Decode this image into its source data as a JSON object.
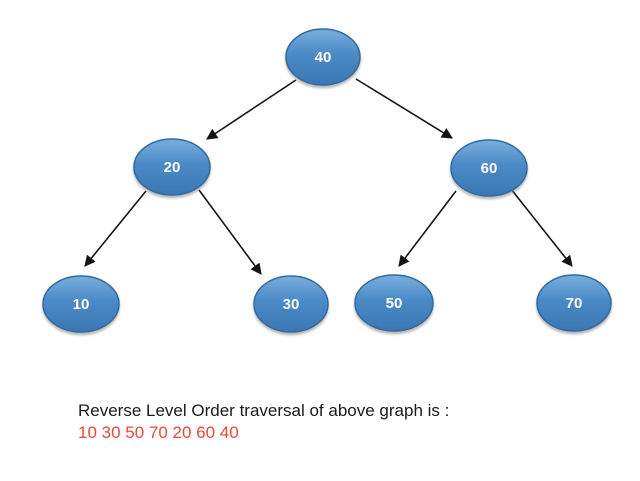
{
  "page": {
    "background_color": "#ffffff",
    "kind": "binary-tree-diagram"
  },
  "tree": {
    "node_fill_top": "#79aede",
    "node_fill_mid": "#4a8ac6",
    "node_fill_bottom": "#3a77b2",
    "node_border_color": "#336a9f",
    "node_text_color": "#ffffff",
    "edge_color": "#151515",
    "nodes": [
      {
        "value": "40",
        "role": "root"
      },
      {
        "value": "20",
        "role": "left-child-of-40"
      },
      {
        "value": "60",
        "role": "right-child-of-40"
      },
      {
        "value": "10",
        "role": "left-child-of-20"
      },
      {
        "value": "30",
        "role": "right-child-of-20"
      },
      {
        "value": "50",
        "role": "left-child-of-60"
      },
      {
        "value": "70",
        "role": "right-child-of-60"
      }
    ],
    "edges": [
      [
        "40",
        "20"
      ],
      [
        "40",
        "60"
      ],
      [
        "20",
        "10"
      ],
      [
        "20",
        "30"
      ],
      [
        "60",
        "50"
      ],
      [
        "60",
        "70"
      ]
    ]
  },
  "caption": {
    "line1": "Reverse Level Order traversal of above graph is :",
    "line1_color": "#1a1a1a",
    "line2": "10 30 50 70 20 60 40",
    "line2_color": "#e8473a"
  }
}
